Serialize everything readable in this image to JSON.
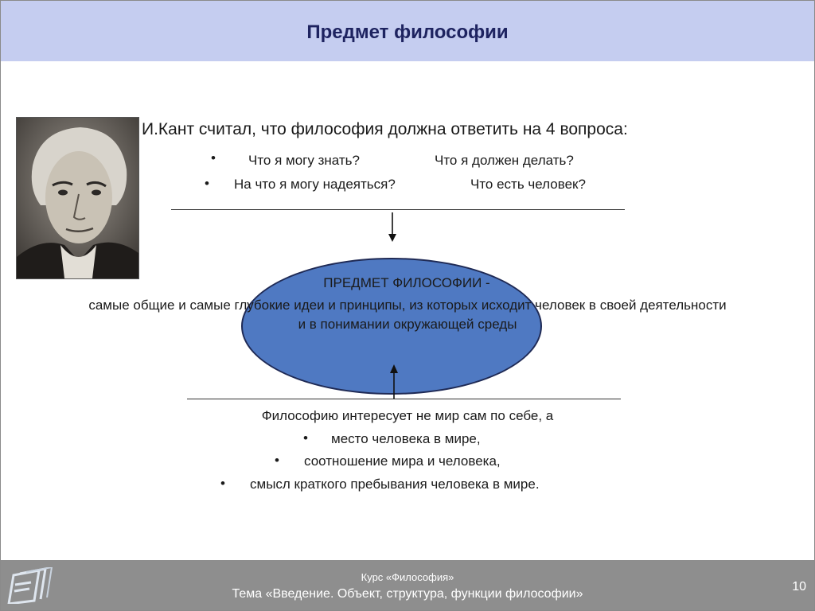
{
  "header": {
    "title": "Предмет философии"
  },
  "kant": {
    "intro": "И.Кант считал, что философия должна ответить на 4 вопроса:",
    "questions": [
      "Что я могу знать?",
      "Что я должен делать?",
      "На что я могу надеяться?",
      "Что есть человек?"
    ],
    "bullet": "•"
  },
  "center": {
    "heading": "ПРЕДМЕТ ФИЛОСОФИИ -",
    "line1": "самые общие и самые глубокие идеи и принципы, из которых исходит человек в своей деятельности",
    "line2": "и в понимании окружающей среды"
  },
  "bottom": {
    "lead": "Философию интересует не мир сам по себе, а",
    "items": [
      "место человека в мире,",
      "соотношение мира и человека,",
      "смысл краткого пребывания человека в мире."
    ]
  },
  "footer": {
    "course": "Курс «Философия»",
    "topic": "Тема «Введение. Объект, структура, функции философии»",
    "page": "10"
  },
  "colors": {
    "header_bg": "#c5cdf0",
    "title": "#1e2360",
    "ellipse": "#4f79c2",
    "footer_bg": "#8e8e8e"
  }
}
